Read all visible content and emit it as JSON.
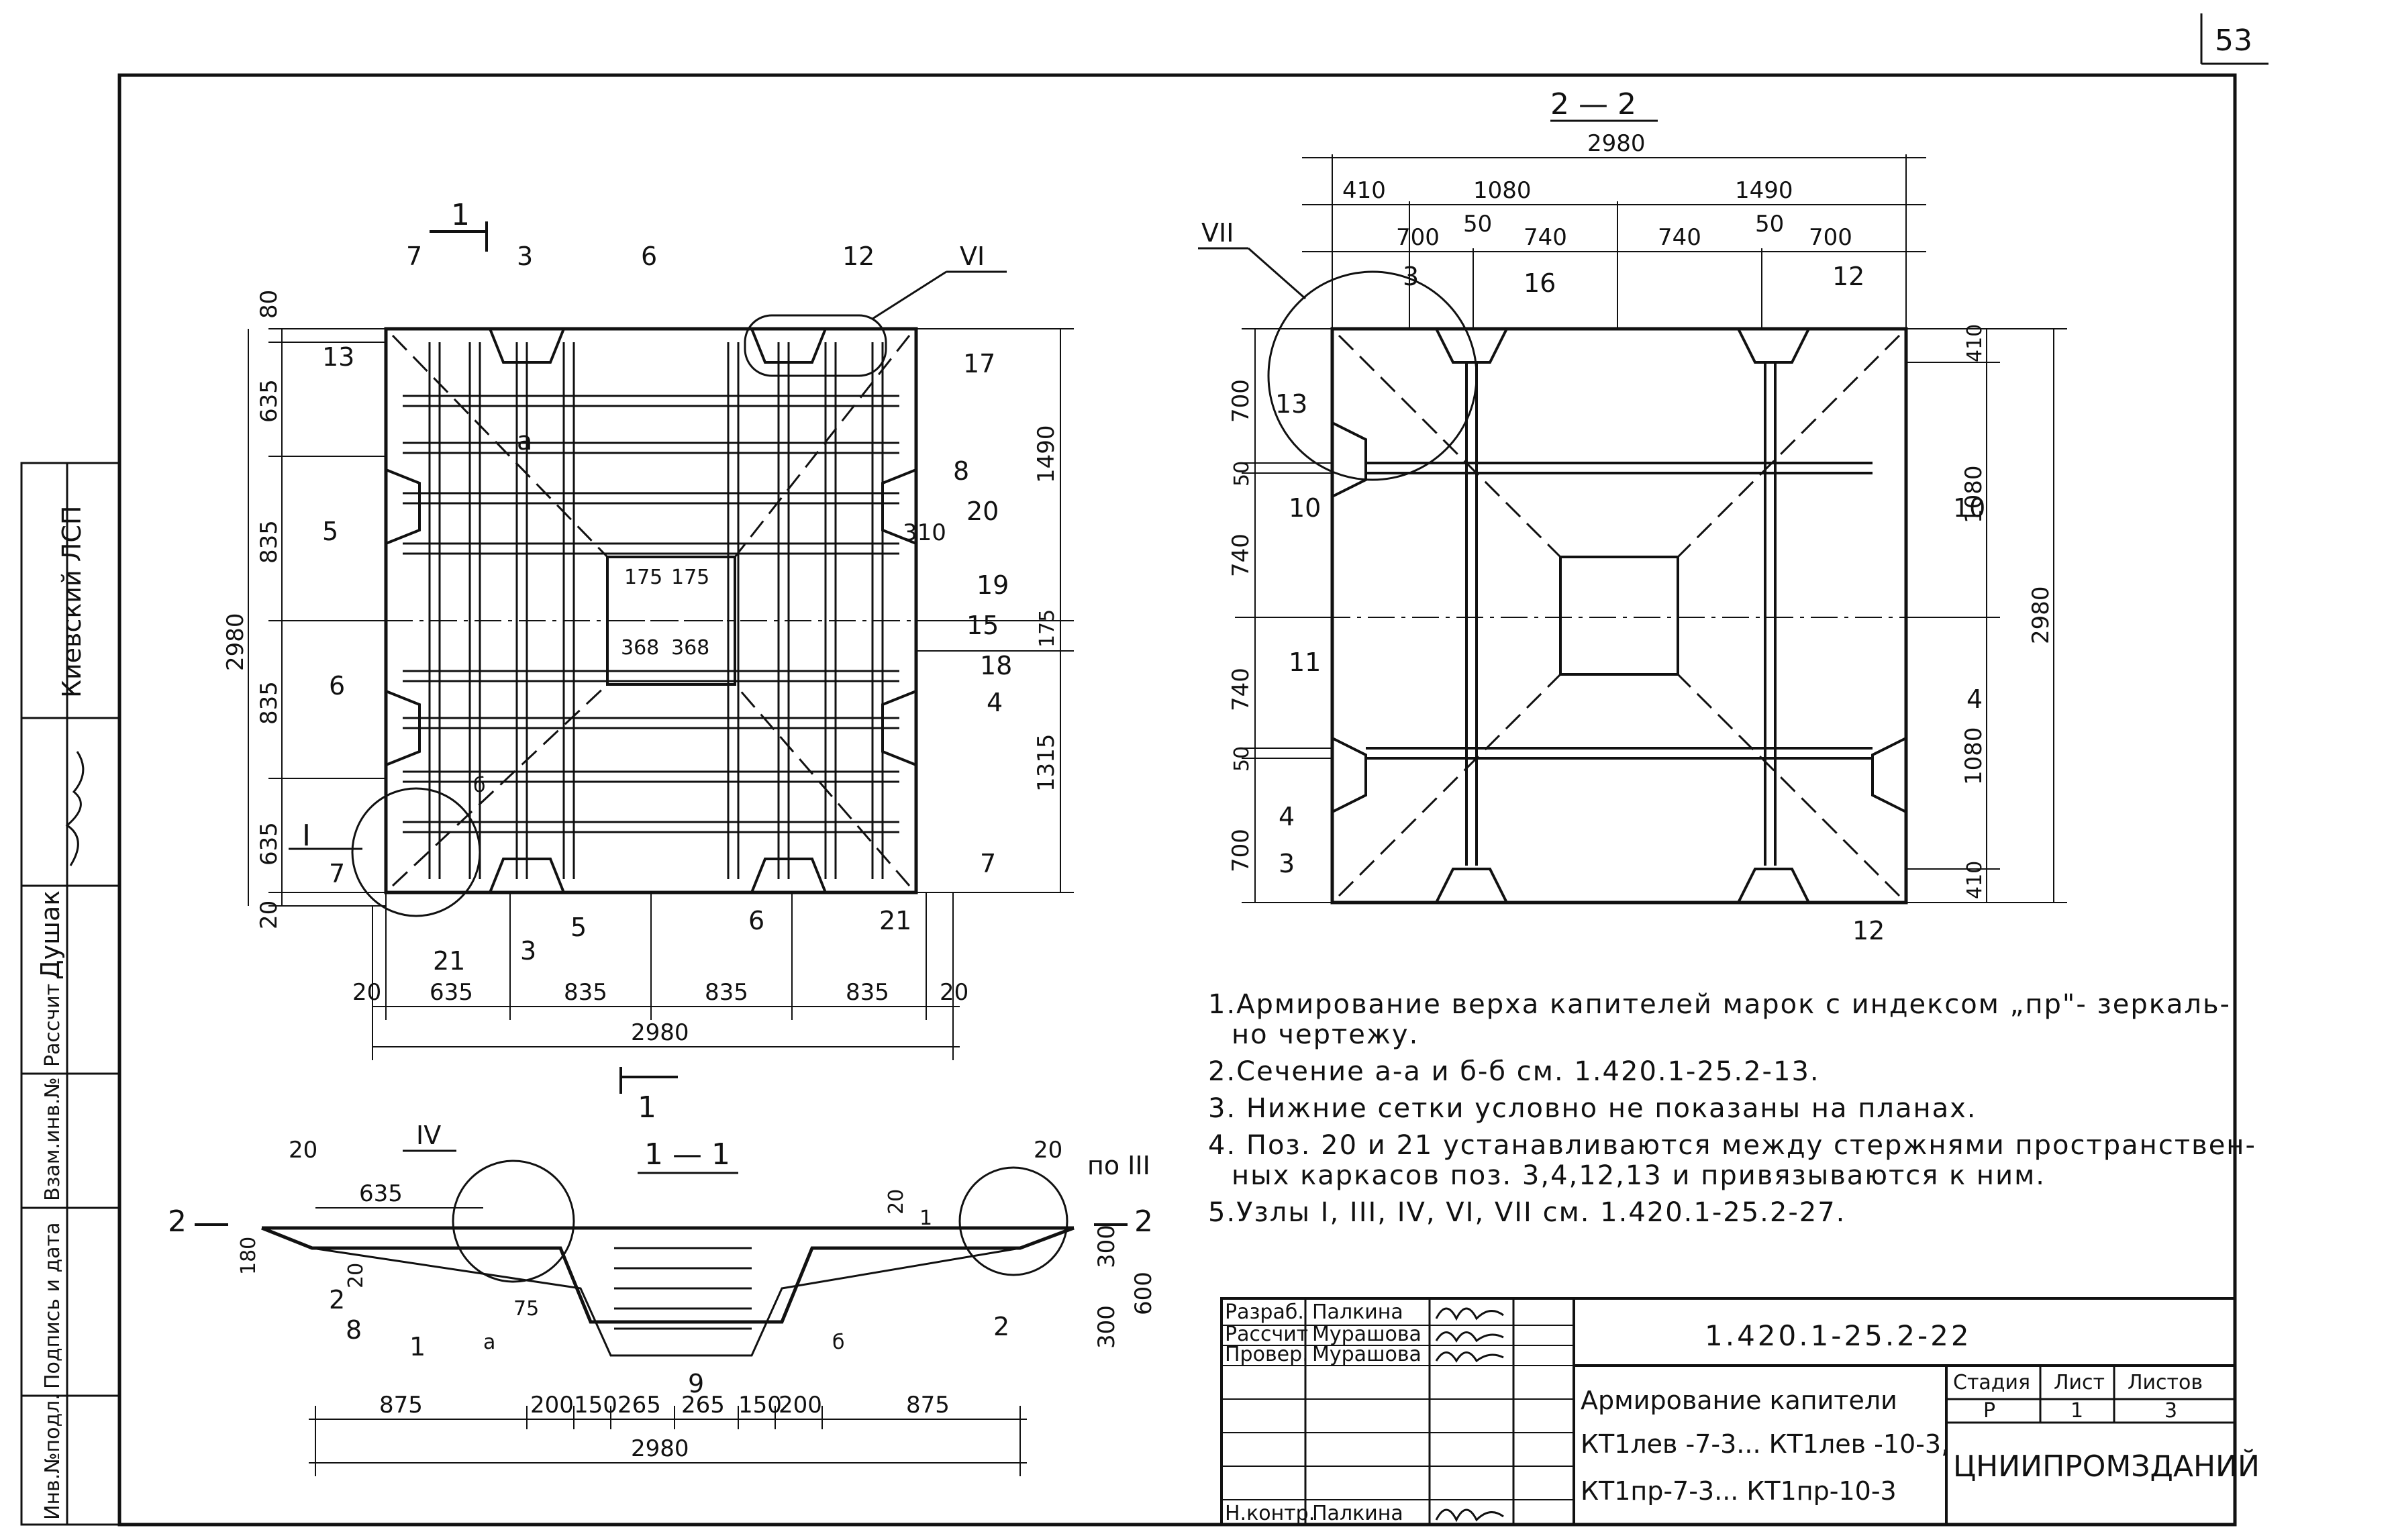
{
  "sheet": {
    "page_number": "53"
  },
  "side_stamp": {
    "org": "Киевский ЛСП",
    "dushak": "Душак",
    "rasschit": "Рассчит",
    "vzam": "Взам.инв.№",
    "podpis": "Подпись и дата",
    "inv": "Инв.№подл."
  },
  "plan": {
    "section_mark_top": "1",
    "section_mark_bottom": "1",
    "node_I": "I",
    "node_VI": "VI",
    "dims_left": [
      "80",
      "635",
      "835",
      "835",
      "635",
      "20"
    ],
    "dim_left_total": "2980",
    "dims_right": [
      "1490",
      "175",
      "1315"
    ],
    "dims_bottom": [
      "20",
      "635",
      "835",
      "835",
      "835",
      "20"
    ],
    "dim_bottom_total": "2980",
    "center_dims": [
      "175",
      "175",
      "368",
      "368"
    ],
    "dim_310": "310",
    "section_aa": "а",
    "section_bb": "б",
    "positions": [
      "7",
      "3",
      "6",
      "12",
      "13",
      "17",
      "8",
      "20",
      "5",
      "19",
      "6",
      "15",
      "18",
      "4",
      "7",
      "21",
      "3",
      "5",
      "6",
      "21",
      "7"
    ]
  },
  "section22": {
    "title": "2 — 2",
    "dim_total_top": "2980",
    "dims_top1": [
      "410",
      "1080",
      "1490"
    ],
    "dims_top2": [
      "700",
      "50",
      "740",
      "740",
      "50",
      "700"
    ],
    "dims_left": [
      "700",
      "50",
      "740",
      "740",
      "50",
      "700"
    ],
    "dims_right": [
      "410",
      "1080",
      "1080",
      "410"
    ],
    "dim_right_total": "2980",
    "node_VII": "VII",
    "positions": [
      "3",
      "16",
      "12",
      "13",
      "10",
      "10",
      "11",
      "4",
      "4",
      "3",
      "12"
    ]
  },
  "section11": {
    "title": "1 — 1",
    "node_IV": "IV",
    "node_III": "по III",
    "mark2_left": "2",
    "mark2_right": "2",
    "dim_20a": "20",
    "dim_20b": "20",
    "dim_635": "635",
    "dim_180": "180",
    "dim_300a": "300",
    "dim_300b": "300",
    "dim_600": "600",
    "dim_20c": "20",
    "dims_bottom": [
      "875",
      "200",
      "150",
      "265",
      "265",
      "150",
      "200",
      "875"
    ],
    "dim_total": "2980",
    "angle": "75",
    "mark_a": "а",
    "mark_b": "б",
    "positions": [
      "2",
      "8",
      "1",
      "9",
      "2",
      "20",
      "1"
    ]
  },
  "notes": [
    "1.Армирование   верха капителей марок с индексом „пр\"- зеркаль-",
    "но чертежу.",
    "2.Сечение  а-а   и  б-б   см.  1.420.1-25.2-13.",
    "3. Нижние сетки условно не показаны на планах.",
    "4. Поз. 20 и 21 устанавливаются между стержнями пространствен-",
    "ных каркасов поз. 3,4,12,13 и привязываются к ним.",
    "5.Узлы I, III, IV, VI, VII  см. 1.420.1-25.2-27."
  ],
  "title_block": {
    "doc_code": "1.420.1-25.2-22",
    "rows": [
      {
        "role": "Разраб.",
        "name": "Палкина"
      },
      {
        "role": "Рассчит",
        "name": "Мурашова"
      },
      {
        "role": "Провер.",
        "name": "Мурашова"
      },
      {
        "role": "Н.контр.",
        "name": "Палкина"
      }
    ],
    "title_lines": [
      "Армирование капители",
      "КТ1лев -7-3... КТ1лев -10-3,",
      "КТ1пр-7-3... КТ1пр-10-3"
    ],
    "stage_label": "Стадия",
    "sheet_label": "Лист",
    "sheets_label": "Листов",
    "stage": "Р",
    "sheet": "1",
    "sheets": "3",
    "org": "ЦНИИПРОМЗДАНИЙ"
  }
}
